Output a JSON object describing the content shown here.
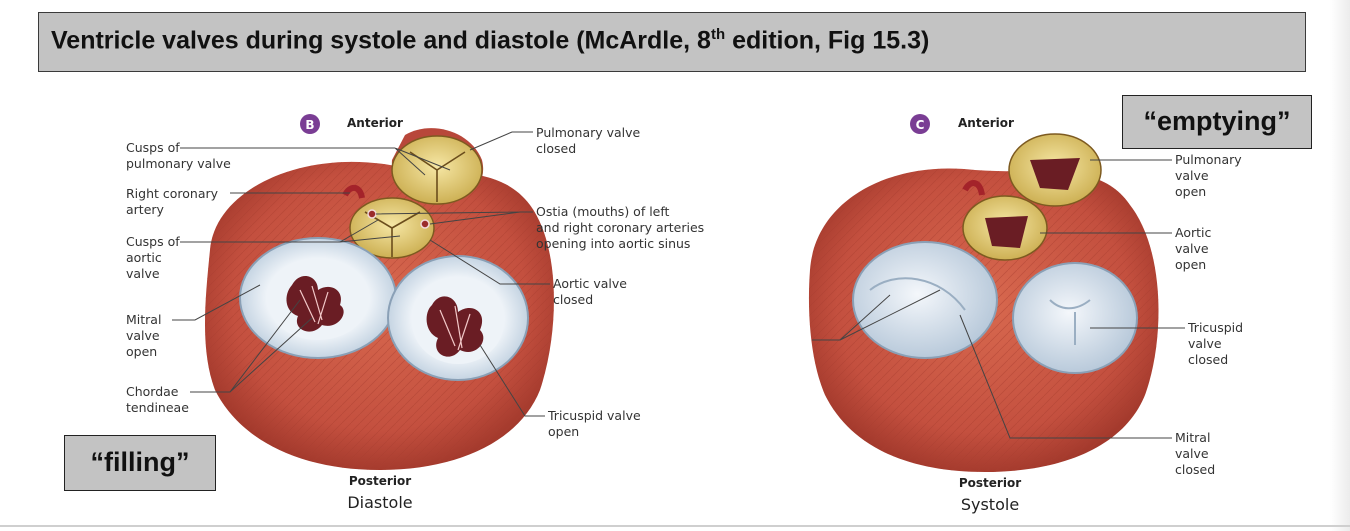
{
  "title": {
    "main": "Ventricle valves during systole and diastole (McArdle, 8",
    "sup": "th",
    "end": " edition, Fig 15.3)"
  },
  "tags": {
    "emptying": "“emptying”",
    "filling": "“filling”"
  },
  "left_panel": {
    "badge": "B",
    "header": "Anterior",
    "labels": {
      "cusps_pulm_1": "Cusps of",
      "cusps_pulm_2": "pulmonary valve",
      "rca_1": "Right coronary",
      "rca_2": "artery",
      "cusps_aortic_1": "Cusps of",
      "cusps_aortic_2": "aortic",
      "cusps_aortic_3": "valve",
      "mitral_1": "Mitral",
      "mitral_2": "valve",
      "mitral_3": "open",
      "chordae_1": "Chordae",
      "chordae_2": "tendineae",
      "pulm_closed_1": "Pulmonary valve",
      "pulm_closed_2": "closed",
      "ostia_1": "Ostia (mouths) of left",
      "ostia_2": "and right coronary arteries",
      "ostia_3": "opening into aortic sinus",
      "aortic_closed_1": "Aortic valve",
      "aortic_closed_2": "closed",
      "tricuspid_open_1": "Tricuspid valve",
      "tricuspid_open_2": "open"
    },
    "posterior": "Posterior",
    "caption": "Diastole"
  },
  "right_panel": {
    "badge": "C",
    "header": "Anterior",
    "labels": {
      "pulm_open_1": "Pulmonary",
      "pulm_open_2": "valve",
      "pulm_open_3": "open",
      "aortic_open_1": "Aortic",
      "aortic_open_2": "valve",
      "aortic_open_3": "open",
      "tricuspid_closed_1": "Tricuspid",
      "tricuspid_closed_2": "valve",
      "tricuspid_closed_3": "closed",
      "mitral_closed_1": "Mitral",
      "mitral_closed_2": "valve",
      "mitral_closed_3": "closed"
    },
    "posterior": "Posterior",
    "caption": "Systole"
  },
  "colors": {
    "muscle": "#c4503f",
    "muscle_dark": "#9a3327",
    "valve_ring": "#d9e4ee",
    "valve_inner": "#a9bed2",
    "cusp_gold": "#e8d27a",
    "badge": "#7a3d94",
    "title_bg": "#c3c3c3"
  }
}
